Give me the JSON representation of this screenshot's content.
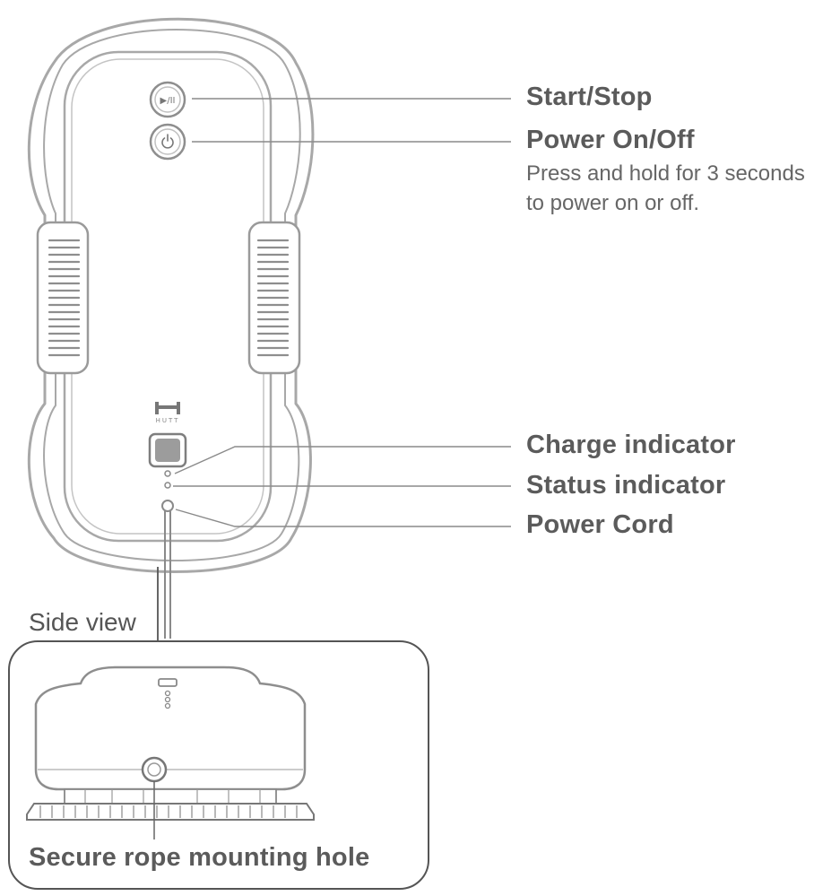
{
  "labels": {
    "start_stop": "Start/Stop",
    "power_on_off": "Power On/Off",
    "power_desc_line1": "Press and hold for 3 seconds",
    "power_desc_line2": "to power on or off.",
    "charge_indicator": "Charge indicator",
    "status_indicator": "Status indicator",
    "power_cord": "Power Cord",
    "side_view": "Side view",
    "rope_hole": "Secure rope mounting hole"
  },
  "device": {
    "logo_text": "HUTT",
    "start_icon_text": "▶/II"
  },
  "colors": {
    "line": "#a7a7a7",
    "dark_line": "#8a8a8a",
    "text": "#5b5b5b"
  }
}
